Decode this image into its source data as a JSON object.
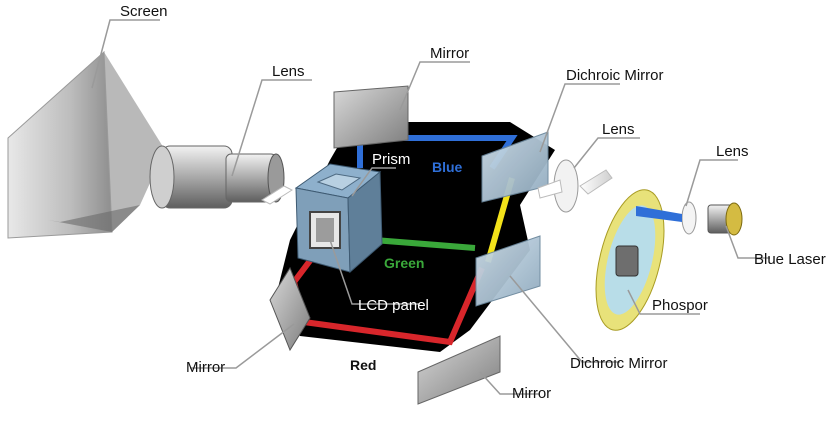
{
  "labels": {
    "screen": "Screen",
    "lens_projection": "Lens",
    "mirror_top": "Mirror",
    "dichroic_top": "Dichroic Mirror",
    "lens_middle": "Lens",
    "lens_laser": "Lens",
    "blue_laser": "Blue Laser",
    "prism": "Prism",
    "lcd_panel": "LCD panel",
    "phosphor": "Phospor",
    "dichroic_bottom": "Dichroic Mirror",
    "mirror_left": "Mirror",
    "mirror_bottom": "Mirror"
  },
  "beams": {
    "blue": "Blue",
    "green": "Green",
    "red": "Red"
  },
  "colors": {
    "blue": "#2f6fd8",
    "green": "#3aa83a",
    "red": "#d8262b",
    "yellow": "#f3e21a",
    "panel": "#000000"
  }
}
